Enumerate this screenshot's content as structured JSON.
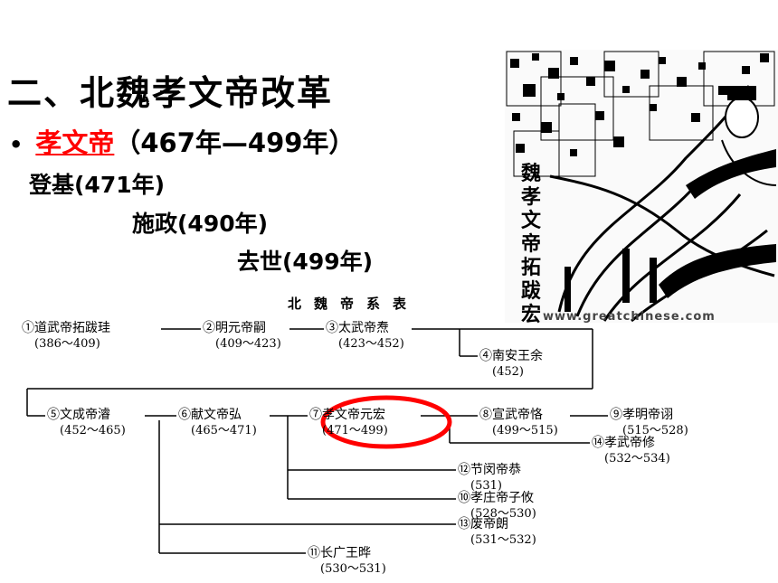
{
  "slide": {
    "title": "二、北魏孝文帝改革",
    "bullet": {
      "marker": "•",
      "name": "孝文帝",
      "span": "（467年—499年）"
    },
    "events": [
      "登基(471年)",
      "施政(490年)",
      "去世(499年)"
    ]
  },
  "portrait": {
    "label": "魏孝文帝拓跋宏",
    "url": "www.greatchinese.com"
  },
  "tree": {
    "title": "北魏帝系表",
    "nodes": [
      {
        "name": "①道武帝拓跋珪",
        "years": "(386～409)"
      },
      {
        "name": "②明元帝嗣",
        "years": "(409～423)"
      },
      {
        "name": "③太武帝焘",
        "years": "(423～452)"
      },
      {
        "name": "④南安王余",
        "years": "(452)"
      },
      {
        "name": "⑤文成帝濬",
        "years": "(452～465)"
      },
      {
        "name": "⑥献文帝弘",
        "years": "(465～471)"
      },
      {
        "name": "⑦孝文帝元宏",
        "years": "(471～499)"
      },
      {
        "name": "⑧宣武帝恪",
        "years": "(499～515)"
      },
      {
        "name": "⑨孝明帝诩",
        "years": "(515～528)"
      },
      {
        "name": "⑭孝武帝修",
        "years": "(532～534)"
      },
      {
        "name": "⑫节闵帝恭",
        "years": "(531)"
      },
      {
        "name": "⑩孝庄帝子攸",
        "years": "(528～530)"
      },
      {
        "name": "⑬废帝朗",
        "years": "(531～532)"
      },
      {
        "name": "⑪长广王晔",
        "years": "(530～531)"
      }
    ]
  },
  "colors": {
    "highlight": "#ff0000",
    "text": "#000000"
  }
}
